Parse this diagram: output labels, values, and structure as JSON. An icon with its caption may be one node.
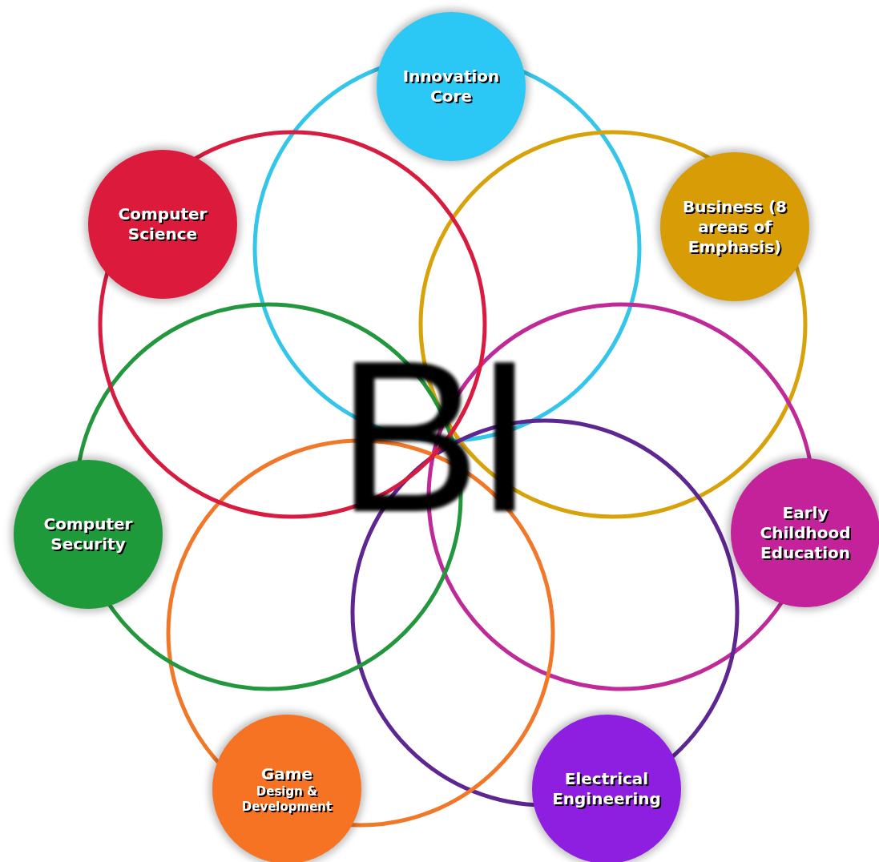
{
  "diagram": {
    "nodes": [
      {
        "text": [
          "Innovation Core"
        ]
      },
      {
        "text": [
          "Business (8 areas of Emphasis)"
        ]
      },
      {
        "text": [
          "Early Childhood Education"
        ]
      },
      {
        "text": [
          "Electrical Engineering"
        ]
      },
      {
        "text": [
          "Game",
          "Design & Development"
        ]
      },
      {
        "text": [
          "Computer Security"
        ]
      },
      {
        "text": [
          "Computer Science"
        ]
      }
    ],
    "labels": [
      "BI"
    ]
  }
}
